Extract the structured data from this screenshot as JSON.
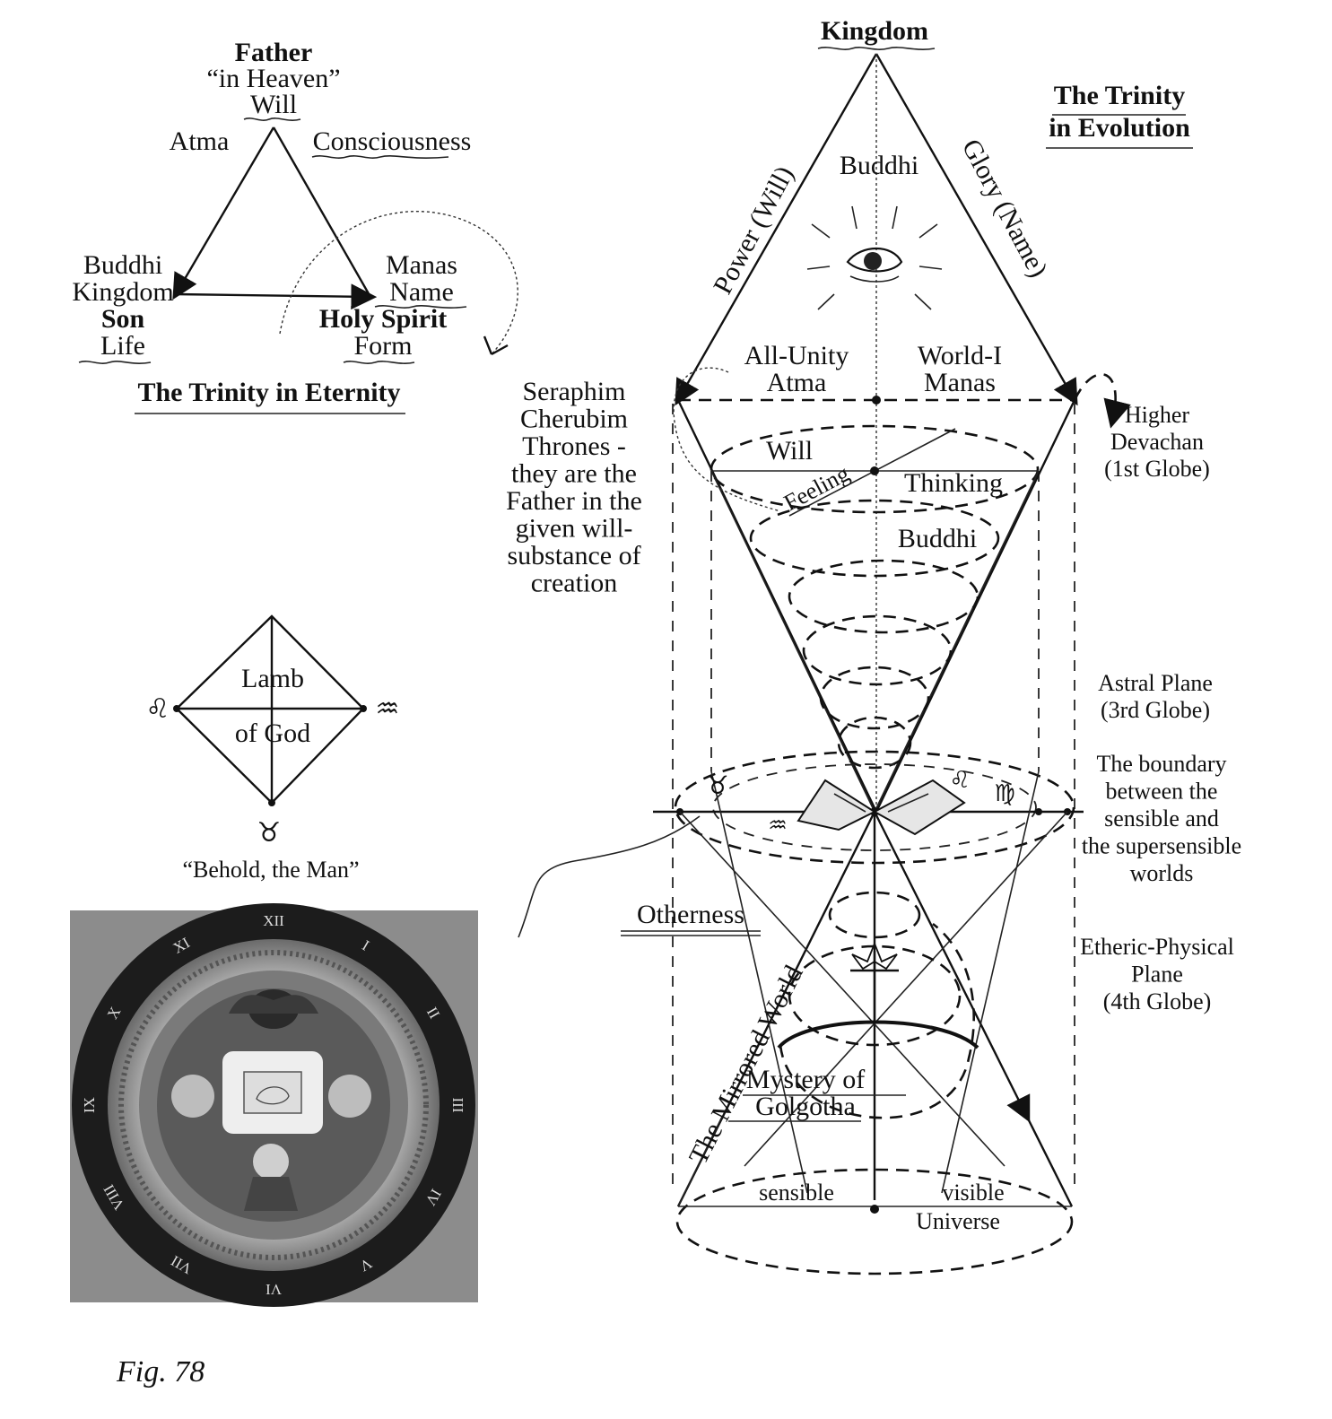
{
  "trinity_eternity": {
    "father": "Father",
    "in_heaven": "“in Heaven”",
    "will": "Will",
    "atma": "Atma",
    "consciousness": "Consciousness",
    "buddhi": "Buddhi",
    "kingdom": "Kingdom",
    "son": "Son",
    "life": "Life",
    "manas": "Manas",
    "name": "Name",
    "holy_spirit": "Holy Spirit",
    "form": "Form",
    "caption": "The Trinity in Eternity"
  },
  "lamb": {
    "line1": "Lamb",
    "line2": "of God",
    "left_symbol": "♌",
    "right_symbol": "♒",
    "bottom_symbol": "♉",
    "caption": "“Behold, the Man”"
  },
  "clock": {
    "numerals": [
      "XII",
      "I",
      "II",
      "III",
      "IV",
      "V",
      "VI",
      "VII",
      "VIII",
      "IX",
      "X",
      "XI"
    ]
  },
  "evolution": {
    "kingdom": "Kingdom",
    "title_line1": "The Trinity",
    "title_line2": "in Evolution",
    "power": "Power (Will)",
    "glory": "Glory (Name)",
    "buddhi_top": "Buddhi",
    "all_unity": "All-Unity",
    "atma": "Atma",
    "world_i": "World-I",
    "manas": "Manas",
    "will": "Will",
    "feeling": "Feeling",
    "thinking": "Thinking",
    "buddhi_mid": "Buddhi",
    "seraphim": [
      "Seraphim",
      "Cherubim",
      "Thrones -",
      "they are the",
      "Father in the",
      "given will-",
      "substance of",
      "creation"
    ],
    "higher_devachan": [
      "Higher",
      "Devachan",
      "(1st Globe)"
    ],
    "astral": [
      "Astral Plane",
      "(3rd Globe)"
    ],
    "boundary": [
      "The boundary",
      "between the",
      "sensible and",
      "the supersensible",
      "worlds"
    ],
    "etheric": [
      "Etheric-Physical",
      "Plane",
      "(4th Globe)"
    ],
    "otherness": "Otherness",
    "mirrored_world": "The Mirrored World",
    "mystery_line1": "Mystery of",
    "mystery_line2": "Golgotha",
    "sensible": "sensible",
    "visible": "visible",
    "universe": "Universe",
    "zodiac_symbols": [
      "♉",
      "♌",
      "♍",
      "♒"
    ]
  },
  "figure_label": "Fig. 78"
}
